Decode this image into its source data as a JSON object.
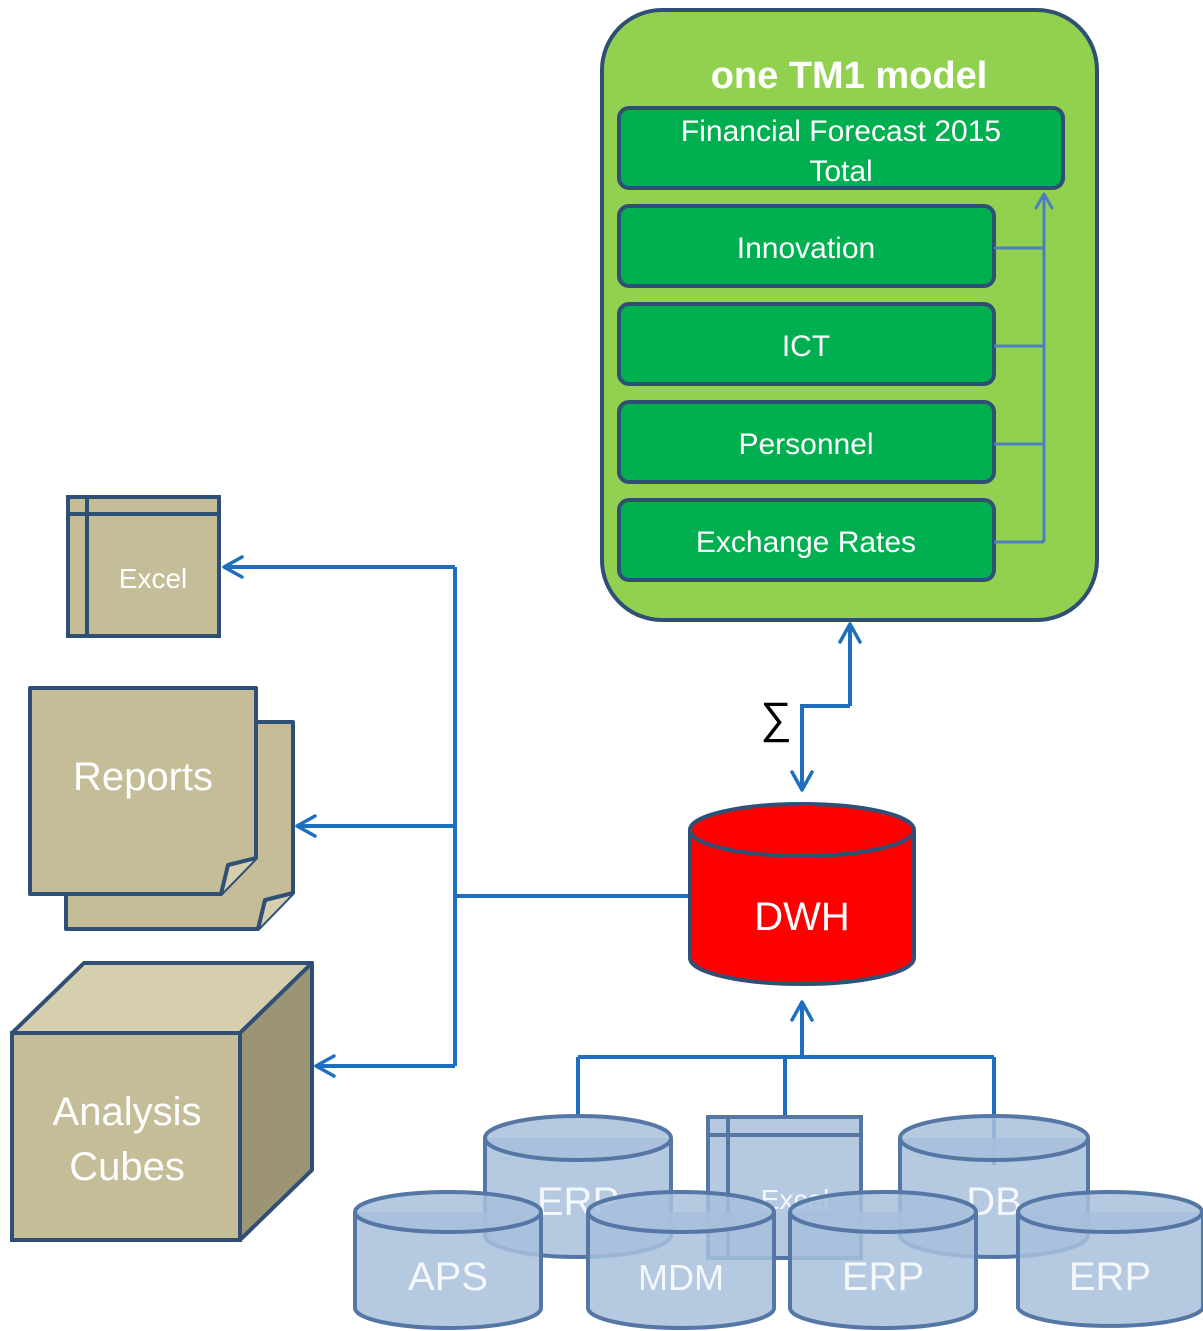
{
  "colors": {
    "connector": "#1f6fc0",
    "model_outer": "#92d050",
    "model_box": "#00b050",
    "model_border": "#2f4f75",
    "dwh_fill": "#ff0000",
    "tan": "#c4bd97",
    "tan_dark": "#9c9575",
    "tan_light": "#d6cfaf",
    "source_fill": "#a8c0dc",
    "source_border": "#5577a6"
  },
  "model": {
    "title": "one TM1 model",
    "total_line1": "Financial Forecast 2015",
    "total_line2": "Total",
    "items": [
      "Innovation",
      "ICT",
      "Personnel",
      "Exchange Rates"
    ]
  },
  "sigma": "∑",
  "dwh": {
    "label": "DWH"
  },
  "outputs": {
    "excel": "Excel",
    "reports": "Reports",
    "cubes_line1": "Analysis",
    "cubes_line2": "Cubes"
  },
  "sources": {
    "back": [
      "ERP",
      "Excel",
      "DB"
    ],
    "front": [
      "APS",
      "MDM",
      "ERP",
      "ERP"
    ]
  }
}
